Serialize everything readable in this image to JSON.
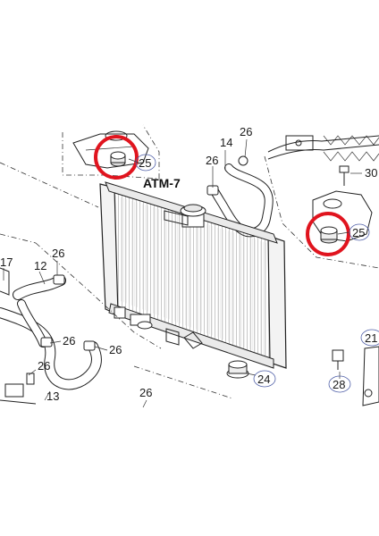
{
  "diagram": {
    "section_code": "ATM-7",
    "callouts": {
      "c14": "14",
      "c26_top": "26",
      "c26_topright": "26",
      "c30": "30",
      "c25_left": "25",
      "c25_right": "25",
      "c17": "17",
      "c12": "12",
      "c26_left": "26",
      "c26_mid": "26",
      "c26_lower_mid": "26",
      "c13": "13",
      "c26_bottom_left": "26",
      "c26_bottom": "26",
      "c24": "24",
      "c28": "28",
      "c21": "21"
    },
    "highlight_color": "#e0141e",
    "callout_ring_color": "#5060a8"
  }
}
